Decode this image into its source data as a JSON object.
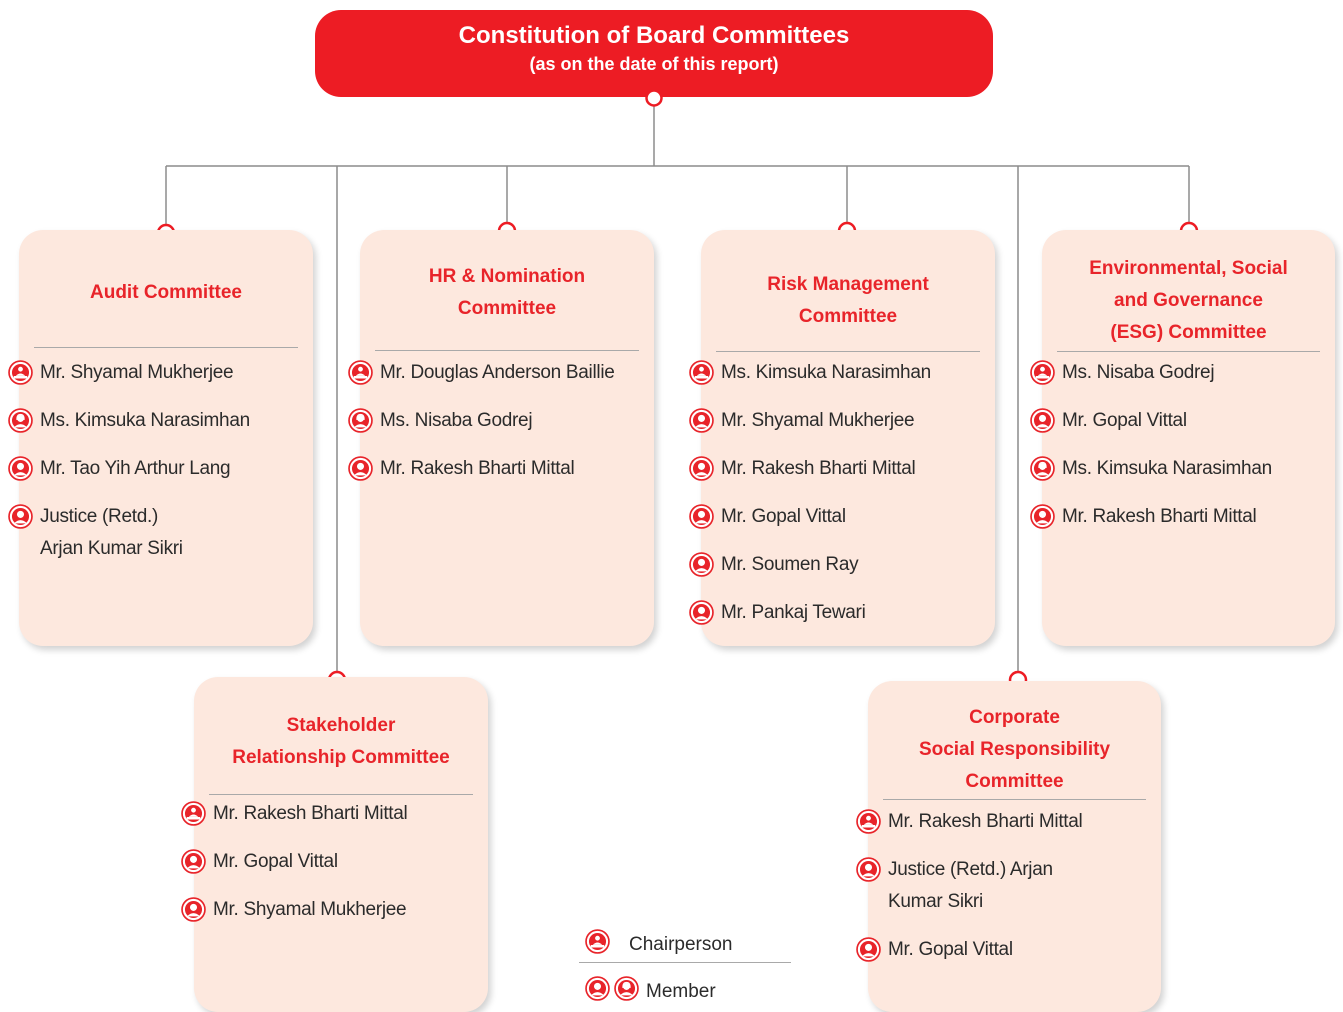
{
  "header": {
    "title": "Constitution of Board Committees",
    "subtitle": "(as on the date of this report)"
  },
  "colors": {
    "accent": "#ed1c24",
    "card_bg": "#fde8de",
    "title_red": "#e8242a"
  },
  "committees": [
    {
      "title": "Audit Committee",
      "members": [
        {
          "role": "chairperson",
          "icon": "chairperson-icon",
          "name": "Mr. Shyamal Mukherjee"
        },
        {
          "role": "member",
          "icon": "member-female-icon",
          "name": "Ms. Kimsuka Narasimhan"
        },
        {
          "role": "member",
          "icon": "member-male-icon",
          "name": "Mr. Tao Yih Arthur Lang"
        },
        {
          "role": "member",
          "icon": "member-male-icon",
          "name": "Justice (Retd.)\nArjan Kumar Sikri"
        }
      ]
    },
    {
      "title": "HR & Nomination\nCommittee",
      "members": [
        {
          "role": "chairperson",
          "icon": "chairperson-icon",
          "name": "Mr. Douglas Anderson Baillie"
        },
        {
          "role": "member",
          "icon": "member-female-icon",
          "name": "Ms. Nisaba Godrej"
        },
        {
          "role": "member",
          "icon": "member-male-icon",
          "name": "Mr. Rakesh Bharti Mittal"
        }
      ]
    },
    {
      "title": "Risk Management\nCommittee",
      "members": [
        {
          "role": "chairperson",
          "icon": "chairperson-icon",
          "name": "Ms. Kimsuka Narasimhan"
        },
        {
          "role": "member",
          "icon": "member-male-icon",
          "name": "Mr. Shyamal Mukherjee"
        },
        {
          "role": "member",
          "icon": "member-male-icon",
          "name": "Mr. Rakesh Bharti Mittal"
        },
        {
          "role": "member",
          "icon": "member-male-icon",
          "name": "Mr. Gopal Vittal"
        },
        {
          "role": "member",
          "icon": "member-male-icon",
          "name": "Mr. Soumen Ray"
        },
        {
          "role": "member",
          "icon": "member-male-icon",
          "name": "Mr. Pankaj Tewari"
        }
      ]
    },
    {
      "title": "Environmental, Social\nand Governance\n(ESG) Committee",
      "members": [
        {
          "role": "chairperson",
          "icon": "chairperson-icon",
          "name": "Ms. Nisaba Godrej"
        },
        {
          "role": "member",
          "icon": "member-male-icon",
          "name": "Mr. Gopal Vittal"
        },
        {
          "role": "member",
          "icon": "member-female-icon",
          "name": "Ms. Kimsuka Narasimhan"
        },
        {
          "role": "member",
          "icon": "member-male-icon",
          "name": "Mr. Rakesh Bharti Mittal"
        }
      ]
    },
    {
      "title": "Stakeholder\nRelationship Committee",
      "members": [
        {
          "role": "chairperson",
          "icon": "chairperson-icon",
          "name": "Mr. Rakesh Bharti Mittal"
        },
        {
          "role": "member",
          "icon": "member-male-icon",
          "name": "Mr. Gopal Vittal"
        },
        {
          "role": "member",
          "icon": "member-male-icon",
          "name": "Mr. Shyamal Mukherjee"
        }
      ]
    },
    {
      "title": "Corporate\nSocial Responsibility\nCommittee",
      "members": [
        {
          "role": "chairperson",
          "icon": "chairperson-icon",
          "name": "Mr. Rakesh Bharti Mittal"
        },
        {
          "role": "member",
          "icon": "member-male-icon",
          "name": "Justice (Retd.) Arjan\nKumar Sikri"
        },
        {
          "role": "member",
          "icon": "member-male-icon",
          "name": "Mr. Gopal Vittal"
        }
      ]
    }
  ],
  "legend": {
    "chairperson": "Chairperson",
    "member": "Member"
  }
}
